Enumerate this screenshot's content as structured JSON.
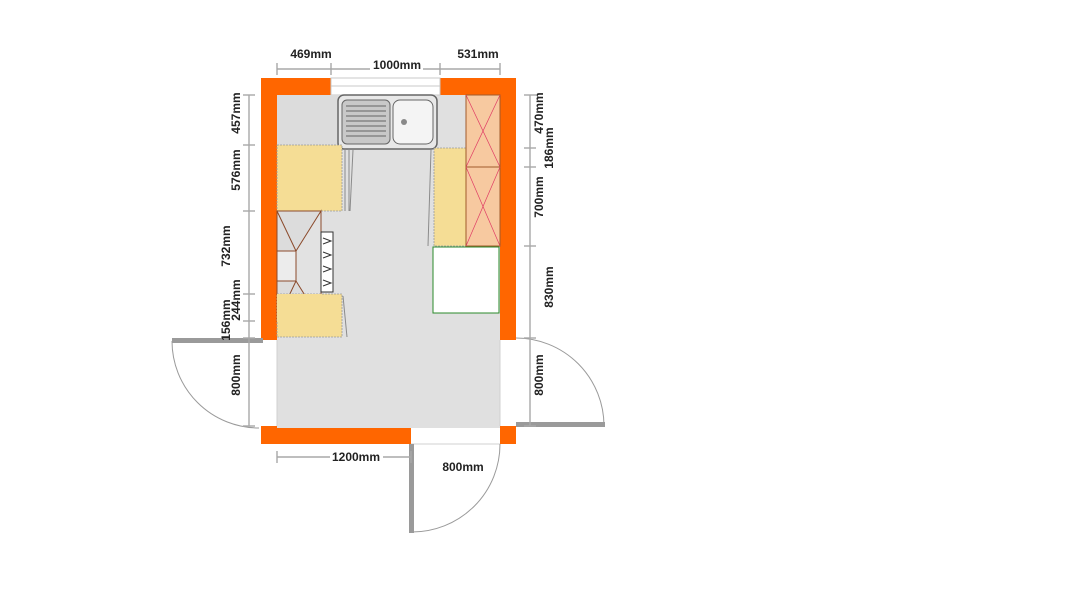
{
  "colors": {
    "wall": "#ff6600",
    "floor": "#e0e0e0",
    "cabinet": "#f5dd95",
    "tall_unit": "#f7c9a0",
    "appliance_outline": "#2a8a2a",
    "dimension_line": "#a8a8a8",
    "door": "#9a9a9a"
  },
  "dimensions": {
    "top_left": "469mm",
    "top_center": "1000mm",
    "top_right": "531mm",
    "left_1": "457mm",
    "left_2": "576mm",
    "left_3": "732mm",
    "left_4": "244mm",
    "left_5": "156mm",
    "left_door": "800mm",
    "right_1": "470mm",
    "right_2": "186mm",
    "right_3": "700mm",
    "right_4": "830mm",
    "right_door": "800mm",
    "bottom_left": "1200mm",
    "bottom_door": "800mm"
  },
  "icons": {
    "sink": "double-bowl-sink-icon",
    "hob": "four-burner-hob-icon",
    "hood": "extractor-hood-icon"
  }
}
